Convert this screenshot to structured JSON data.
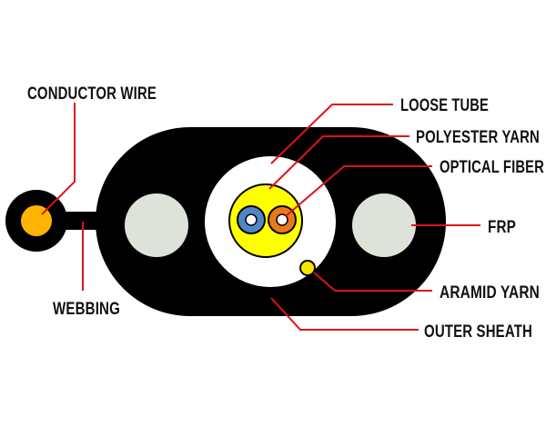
{
  "labels": {
    "conductor_wire": "CONDUCTOR WIRE",
    "webbing": "WEBBING",
    "loose_tube": "LOOSE TUBE",
    "polyester_yarn": "POLYESTER YARN",
    "optical_fiber": "OPTICAL FIBER",
    "frp": "FRP",
    "aramid_yarn": "ARAMID YARN",
    "outer_sheath": "OUTER SHEATH"
  },
  "colors": {
    "sheath": "#000000",
    "frp": "#dde3d8",
    "loose_tube": "#ffffff",
    "polyester_yarn": "#ffff00",
    "conductor": "#ffb400",
    "fiber_blue": "#4f86c6",
    "fiber_orange": "#e8791c",
    "aramid_yarn": "#f5e600",
    "leader": "#e0101c"
  }
}
